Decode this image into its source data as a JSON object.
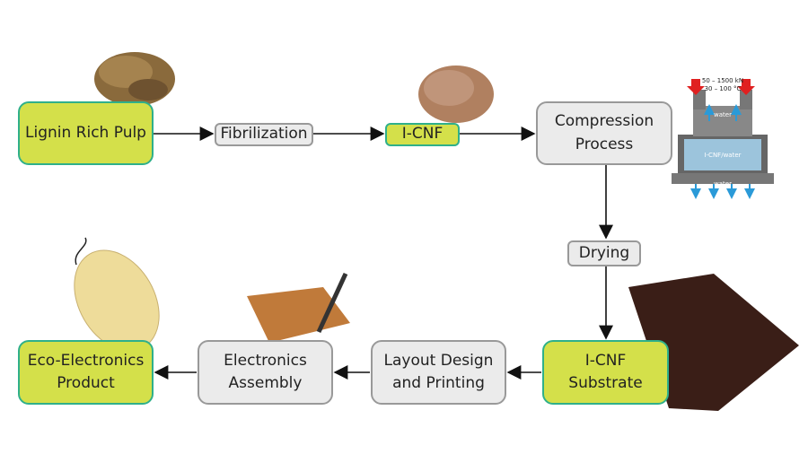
{
  "nodes": {
    "lignin_pulp": "Lignin Rich Pulp",
    "fibrilization": "Fibrilization",
    "icnf": "I-CNF",
    "compression": "Compression Process",
    "drying": "Drying",
    "substrate": "I-CNF Substrate",
    "layout": "Layout Design and Printing",
    "assembly": "Electronics Assembly",
    "product": "Eco-Electronics Product"
  },
  "compression_image": {
    "force": "50 – 1500 kN",
    "temperature": "30 – 100 °C",
    "water_top": "water",
    "mix": "I-CNF/water",
    "water_bottom": "water"
  },
  "colors": {
    "green_fill": "#d4e04a",
    "green_border": "#2fb08a",
    "gray_fill": "#ebebeb",
    "gray_border": "#999999"
  }
}
